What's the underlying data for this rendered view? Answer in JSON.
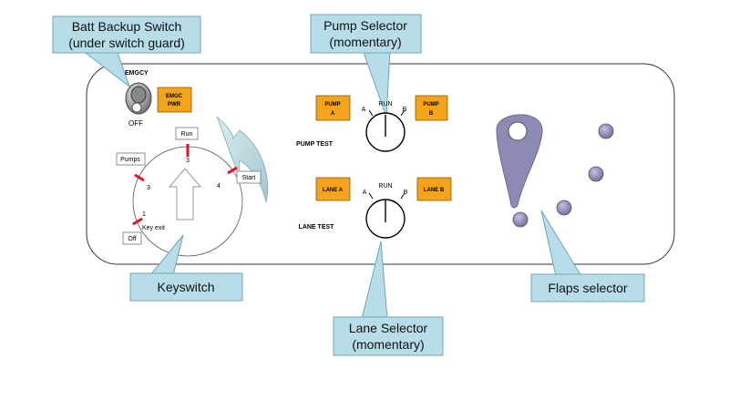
{
  "colors": {
    "callout_fill": "#b7dde8",
    "callout_stroke": "#6fa6b8",
    "indicator_orange": "#f5a31a",
    "switch_red": "#e0102f",
    "lever_purple": "#8d8bb6",
    "panel_stroke": "#333333"
  },
  "callouts": {
    "batt_backup_line1": "Batt Backup Switch",
    "batt_backup_line2": "(under switch guard)",
    "pump_selector_line1": "Pump Selector",
    "pump_selector_line2": "(momentary)",
    "keyswitch": "Keyswitch",
    "lane_selector_line1": "Lane Selector",
    "lane_selector_line2": "(momentary)",
    "flaps_selector": "Flaps selector"
  },
  "emergency_switch": {
    "top_label": "EMGCY",
    "bottom_label": "OFF",
    "indicator_line1": "EMGC",
    "indicator_line2": "PWR"
  },
  "keyswitch": {
    "positions": {
      "run": "Run",
      "pumps": "Pumps",
      "start": "Start",
      "off": "Off"
    },
    "numbers": {
      "top": "3",
      "left": "3",
      "right": "4",
      "bottom_left": "1"
    },
    "key_exit": "Key exit"
  },
  "pump_panel": {
    "title": "PUMP TEST",
    "left_line1": "PUMP",
    "left_line2": "A",
    "right_line1": "PUMP",
    "right_line2": "B",
    "pos_a": "A",
    "pos_run": "RUN",
    "pos_b": "B"
  },
  "lane_panel": {
    "title": "LANE TEST",
    "left_label": "LANE A",
    "right_label": "LANE B",
    "pos_a": "A",
    "pos_run": "RUN",
    "pos_b": "B"
  }
}
